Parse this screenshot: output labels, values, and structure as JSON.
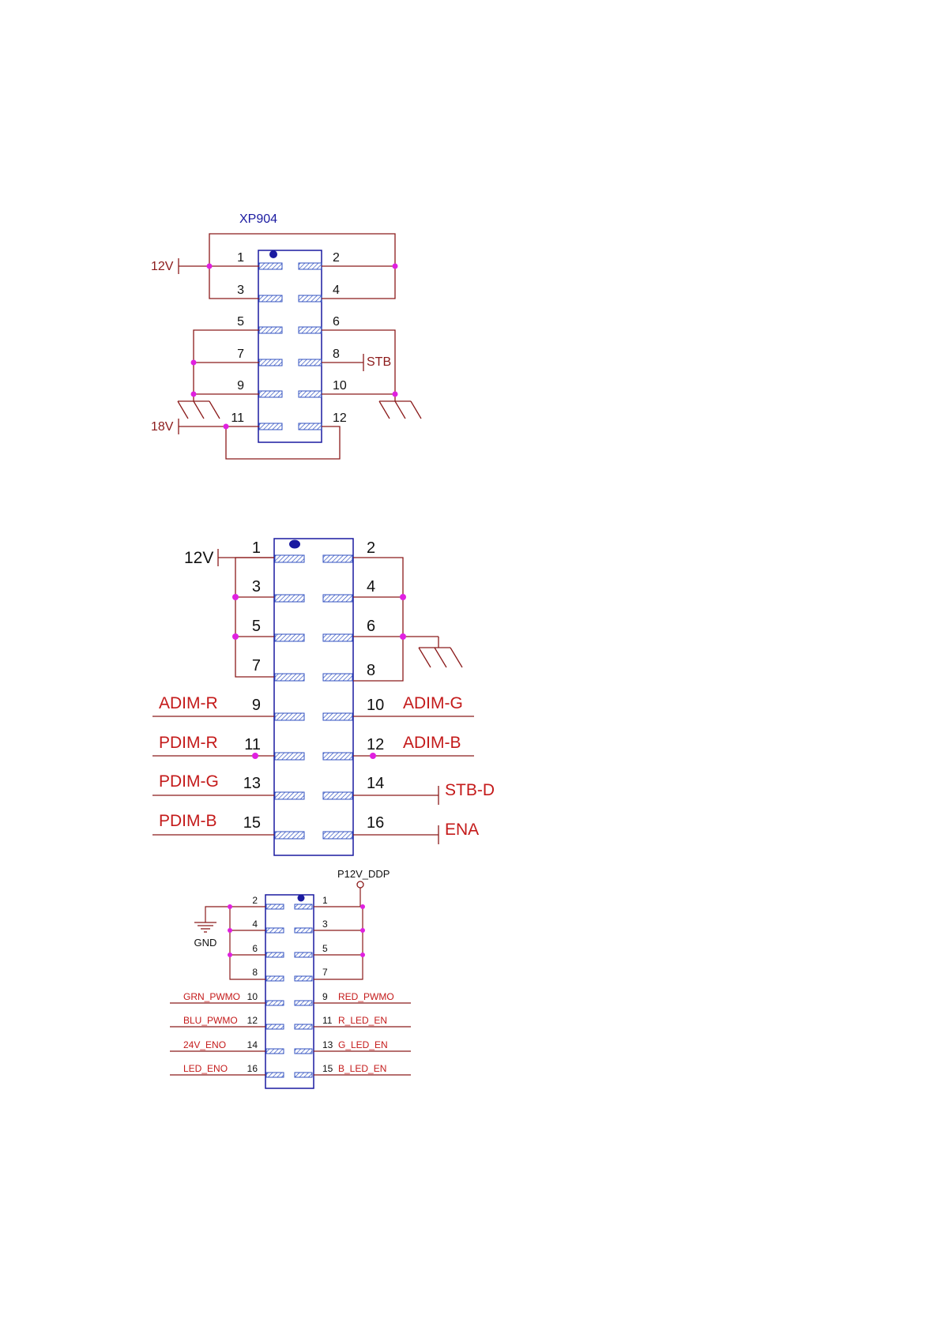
{
  "schematic1": {
    "ref": "XP904",
    "pins": [
      "1",
      "2",
      "3",
      "4",
      "5",
      "6",
      "7",
      "8",
      "9",
      "10",
      "11",
      "12"
    ],
    "nets": {
      "v12": "12V",
      "stb": "STB",
      "v18": "18V"
    }
  },
  "schematic2": {
    "pins": [
      "1",
      "2",
      "3",
      "4",
      "5",
      "6",
      "7",
      "8",
      "9",
      "10",
      "11",
      "12",
      "13",
      "14",
      "15",
      "16"
    ],
    "nets": {
      "v12": "12V",
      "adim_r": "ADIM-R",
      "adim_g": "ADIM-G",
      "pdim_r": "PDIM-R",
      "adim_b": "ADIM-B",
      "pdim_g": "PDIM-G",
      "stb_d": "STB-D",
      "pdim_b": "PDIM-B",
      "ena": "ENA"
    }
  },
  "schematic3": {
    "pins": [
      "1",
      "2",
      "3",
      "4",
      "5",
      "6",
      "7",
      "8",
      "9",
      "10",
      "11",
      "12",
      "13",
      "14",
      "15",
      "16"
    ],
    "nets": {
      "p12v": "P12V_DDP",
      "gnd": "GND",
      "grn_pwmo": "GRN_PWMO",
      "red_pwmo": "RED_PWMO",
      "blu_pwmo": "BLU_PWMO",
      "r_led_en": "R_LED_EN",
      "v24_eno": "24V_ENO",
      "g_led_en": "G_LED_EN",
      "led_eno": "LED_ENO",
      "b_led_en": "B_LED_EN"
    }
  },
  "colors": {
    "wire": "#8b1a1a",
    "junction": "#e020e0",
    "body": "#1a1aa0",
    "pad": "#3050c0",
    "net_label": "#c41a1a",
    "text": "#111111"
  }
}
